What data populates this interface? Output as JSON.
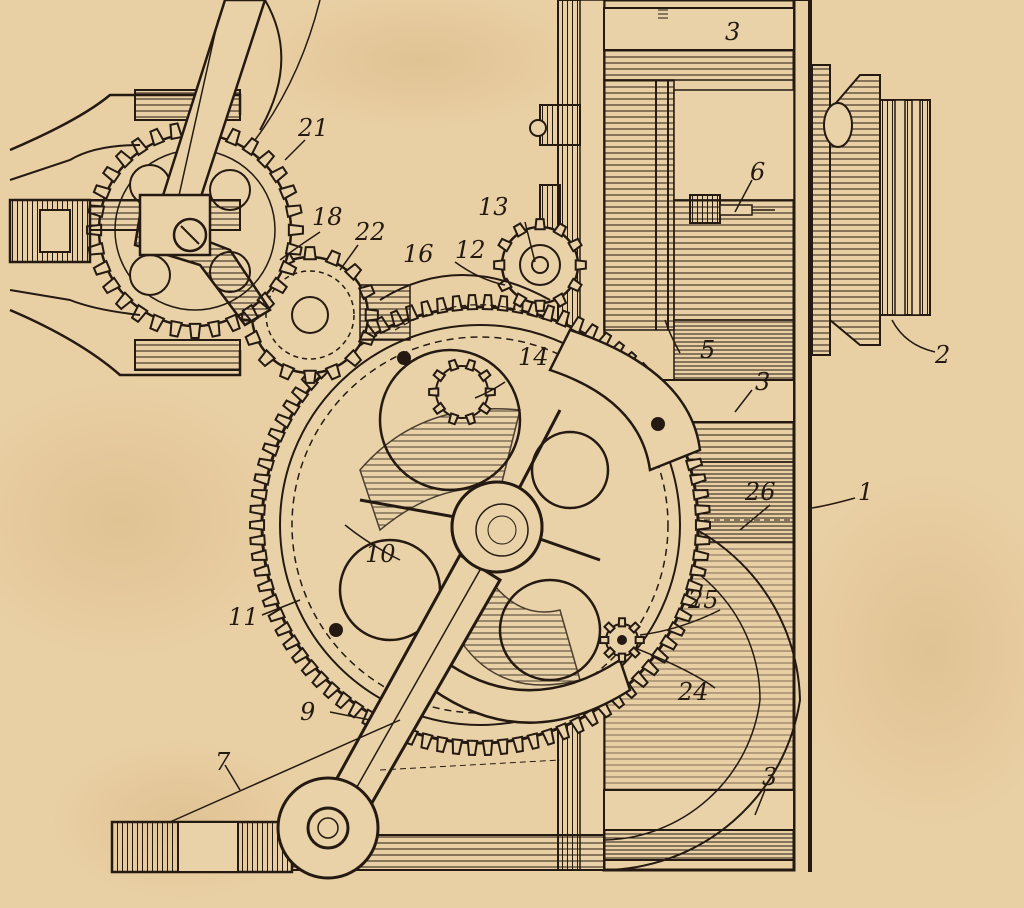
{
  "colors": {
    "paper": "#e9cfa4",
    "ink": "#241a12",
    "stain": "#d6b482"
  },
  "reference_numerals": [
    {
      "id": "numeral-1",
      "text": "1"
    },
    {
      "id": "numeral-2",
      "text": "2"
    },
    {
      "id": "numeral-3-top",
      "text": "3"
    },
    {
      "id": "numeral-3-mid",
      "text": "3"
    },
    {
      "id": "numeral-3-bottom",
      "text": "3"
    },
    {
      "id": "numeral-5",
      "text": "5"
    },
    {
      "id": "numeral-6",
      "text": "6"
    },
    {
      "id": "numeral-7",
      "text": "7"
    },
    {
      "id": "numeral-9",
      "text": "9"
    },
    {
      "id": "numeral-10",
      "text": "10"
    },
    {
      "id": "numeral-11",
      "text": "11"
    },
    {
      "id": "numeral-12",
      "text": "12"
    },
    {
      "id": "numeral-13",
      "text": "13"
    },
    {
      "id": "numeral-14",
      "text": "14"
    },
    {
      "id": "numeral-16",
      "text": "16"
    },
    {
      "id": "numeral-18",
      "text": "18"
    },
    {
      "id": "numeral-21",
      "text": "21"
    },
    {
      "id": "numeral-22",
      "text": "22"
    },
    {
      "id": "numeral-24",
      "text": "24"
    },
    {
      "id": "numeral-25",
      "text": "25"
    },
    {
      "id": "numeral-26",
      "text": "26"
    }
  ]
}
